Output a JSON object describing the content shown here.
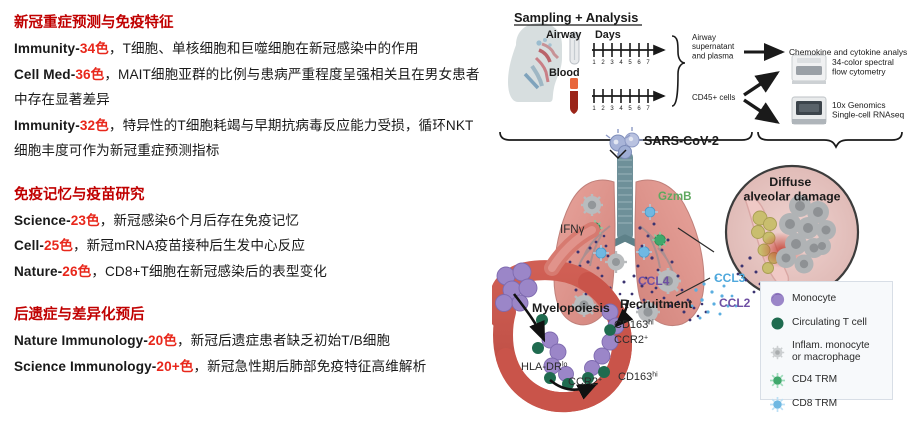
{
  "left_column": {
    "sections": [
      {
        "heading": "新冠重症预测与免疫特征",
        "entries": [
          {
            "journal": "Immunity-",
            "count": "34色",
            "desc": "，T细胞、单核细胞和巨噬细胞在新冠感染中的作用"
          },
          {
            "journal": "Cell Med-",
            "count": "36色",
            "desc": "，MAIT细胞亚群的比例与患病严重程度呈强相关且在男女患者中存在显著差异"
          },
          {
            "journal": "Immunity-",
            "count": "32色",
            "desc": "，特异性的T细胞耗竭与早期抗病毒反应能力受损，循环NKT细胞丰度可作为新冠重症预测指标"
          }
        ]
      },
      {
        "heading": "免疫记忆与疫苗研究",
        "entries": [
          {
            "journal": "Science-",
            "count": "23色",
            "desc": "，新冠感染6个月后存在免疫记忆"
          },
          {
            "journal": "Cell-",
            "count": "25色",
            "desc": "，新冠mRNA疫苗接种后生发中心反应"
          },
          {
            "journal": "Nature-",
            "count": "26色",
            "desc": "，CD8+T细胞在新冠感染后的表型变化"
          }
        ]
      },
      {
        "heading": "后遗症与差异化预后",
        "entries": [
          {
            "journal": "Nature Immunology-",
            "count": "20色",
            "desc": "，新冠后遗症患者缺乏初始T/B细胞"
          },
          {
            "journal": "Science Immunology-",
            "count": "20+色",
            "desc": "，新冠急性期后肺部免疫特征高维解析"
          }
        ]
      }
    ],
    "colors": {
      "heading": "#C00000",
      "count_accent": "#E8271B",
      "body_text": "#1a1a1a"
    }
  },
  "diagram": {
    "workflow": {
      "title": "Sampling + Analysis",
      "airway_label": "Airway",
      "blood_label": "Blood",
      "days_label": "Days",
      "day_ticks": [
        "1",
        "2",
        "3",
        "4",
        "5",
        "6",
        "7"
      ],
      "sample_outputs": {
        "top": "Airway\nsupernatant\nand plasma",
        "bottom": "CD45+ cells"
      },
      "analyses": [
        {
          "label": "Chemokine and cytokine analysis",
          "icon": "none"
        },
        {
          "label": "34-color spectral\nflow cytometry",
          "icon": "flow-cytometer-icon"
        },
        {
          "label": "10x Genomics\nSingle-cell RNAseq",
          "icon": "sequencer-icon"
        }
      ]
    },
    "virus_label": "SARS-CoV-2",
    "inset": {
      "title": "Diffuse\nalveolar damage"
    },
    "annotations": [
      {
        "id": "ifng",
        "text": "IFNγ",
        "color": "#2b2b2b"
      },
      {
        "id": "gzmb",
        "text": "GzmB",
        "color": "#5FA85F"
      },
      {
        "id": "ccl4",
        "text": "CCL4",
        "color": "#6E4FA3"
      },
      {
        "id": "ccl3",
        "text": "CCL3",
        "color": "#4FA8DC"
      },
      {
        "id": "ccl2",
        "text": "CCL2",
        "color": "#6E4FA3"
      },
      {
        "id": "myelopoiesis",
        "text": "Myelopoiesis",
        "color": "#1c1c1c"
      },
      {
        "id": "recruitment",
        "text": "Recruitment",
        "color": "#1c1c1c"
      },
      {
        "id": "hla-dr",
        "text": "HLA-DR",
        "sup": "lo",
        "color": "#2b2b2b"
      },
      {
        "id": "ccr2-left",
        "text": "CCR2",
        "sup": "+",
        "color": "#2b2b2b"
      },
      {
        "id": "cd163-hi-top",
        "text": "CD163",
        "sup": "hi",
        "color": "#2b2b2b"
      },
      {
        "id": "ccr2-top",
        "text": "CCR2",
        "sup": "+",
        "color": "#2b2b2b"
      },
      {
        "id": "cd163-hi-right",
        "text": "CD163",
        "sup": "hi",
        "color": "#2b2b2b"
      }
    ],
    "legend": {
      "items": [
        {
          "label": "Monocyte",
          "swatch": "monocyte-icon",
          "color": "#9B86C8"
        },
        {
          "label": "Circulating T cell",
          "swatch": "circulating-t-cell-icon",
          "color": "#1F6B4F"
        },
        {
          "label": "Inflam. monocyte\nor macrophage",
          "swatch": "inflam-macrophage-icon",
          "color": "#BDBDBD"
        },
        {
          "label": "CD4 TRM",
          "swatch": "cd4-trm-icon",
          "color": "#3FA86B"
        },
        {
          "label": "CD8 TRM",
          "swatch": "cd8-trm-icon",
          "color": "#6FB8E2"
        }
      ],
      "background": "#F7F9FB",
      "border": "#D8DEE6"
    },
    "colors": {
      "lung_tissue": "#E09088",
      "vessel": "#C9544A",
      "airway": "#6E9099",
      "inset_fill": "#E5C2BE"
    }
  }
}
